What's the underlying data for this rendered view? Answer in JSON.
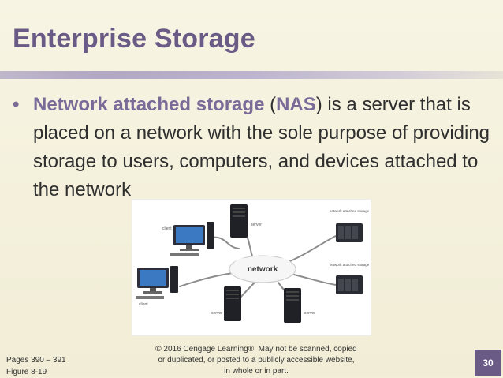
{
  "slide": {
    "title": "Enterprise Storage",
    "bullet": {
      "highlight_term": "Network attached storage",
      "paren_open": " (",
      "highlight_abbrev": "NAS",
      "rest": ") is a server that is placed on a network with the sole purpose of providing storage to users, computers, and devices attached to the network"
    }
  },
  "figure": {
    "labels": {
      "client_top": "client",
      "client_bottom": "client",
      "server_top": "server",
      "server_bottom_left": "server",
      "server_bottom_right": "server",
      "network": "network",
      "nas_top": "network attached storage",
      "nas_bottom": "network attached storage"
    }
  },
  "footer": {
    "pages": "Pages 390 – 391",
    "figure_ref": "Figure 8-19",
    "copyright_line1": "© 2016 Cengage Learning®. May not be scanned, copied",
    "copyright_line2": "or duplicated, or posted to a publicly accessible website,",
    "copyright_line3": "in whole or in part.",
    "page_number": "30"
  },
  "colors": {
    "accent": "#6a5a86",
    "highlight": "#7a6a98",
    "background": "#f4f0dc"
  }
}
